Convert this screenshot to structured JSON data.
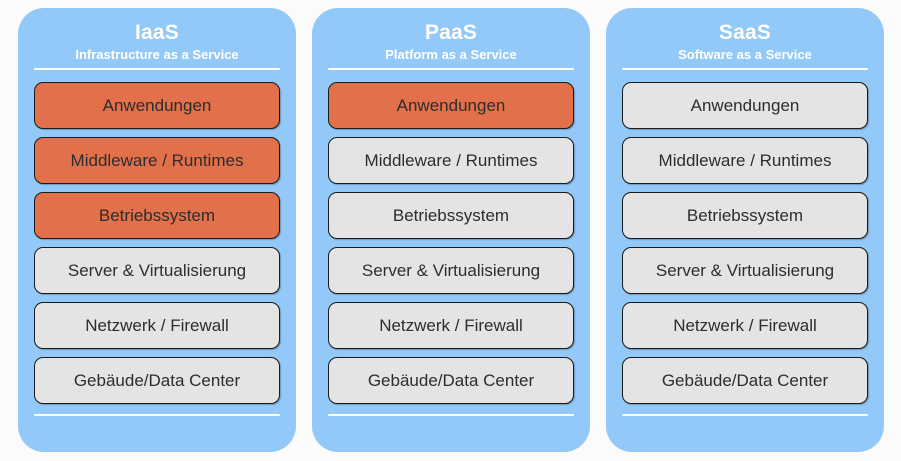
{
  "diagram": {
    "background_color": "#fbfbfb",
    "card_color": "#93c9f8",
    "highlight_color": "#e2704a",
    "plain_color": "#e4e4e4",
    "layer_labels": [
      "Anwendungen",
      "Middleware / Runtimes",
      "Betriebssystem",
      "Server & Virtualisierung",
      "Netzwerk / Firewall",
      "Gebäude/Data Center"
    ],
    "cards": [
      {
        "title": "IaaS",
        "subtitle": "Infrastructure as a Service",
        "layers": [
          {
            "label": "Anwendungen",
            "state": "highlight"
          },
          {
            "label": "Middleware / Runtimes",
            "state": "highlight"
          },
          {
            "label": "Betriebssystem",
            "state": "highlight"
          },
          {
            "label": "Server & Virtualisierung",
            "state": "plain"
          },
          {
            "label": "Netzwerk / Firewall",
            "state": "plain"
          },
          {
            "label": "Gebäude/Data Center",
            "state": "plain"
          }
        ]
      },
      {
        "title": "PaaS",
        "subtitle": "Platform as a Service",
        "layers": [
          {
            "label": "Anwendungen",
            "state": "highlight"
          },
          {
            "label": "Middleware / Runtimes",
            "state": "plain"
          },
          {
            "label": "Betriebssystem",
            "state": "plain"
          },
          {
            "label": "Server & Virtualisierung",
            "state": "plain"
          },
          {
            "label": "Netzwerk / Firewall",
            "state": "plain"
          },
          {
            "label": "Gebäude/Data Center",
            "state": "plain"
          }
        ]
      },
      {
        "title": "SaaS",
        "subtitle": "Software as a Service",
        "layers": [
          {
            "label": "Anwendungen",
            "state": "plain"
          },
          {
            "label": "Middleware / Runtimes",
            "state": "plain"
          },
          {
            "label": "Betriebssystem",
            "state": "plain"
          },
          {
            "label": "Server & Virtualisierung",
            "state": "plain"
          },
          {
            "label": "Netzwerk / Firewall",
            "state": "plain"
          },
          {
            "label": "Gebäude/Data Center",
            "state": "plain"
          }
        ]
      }
    ]
  }
}
